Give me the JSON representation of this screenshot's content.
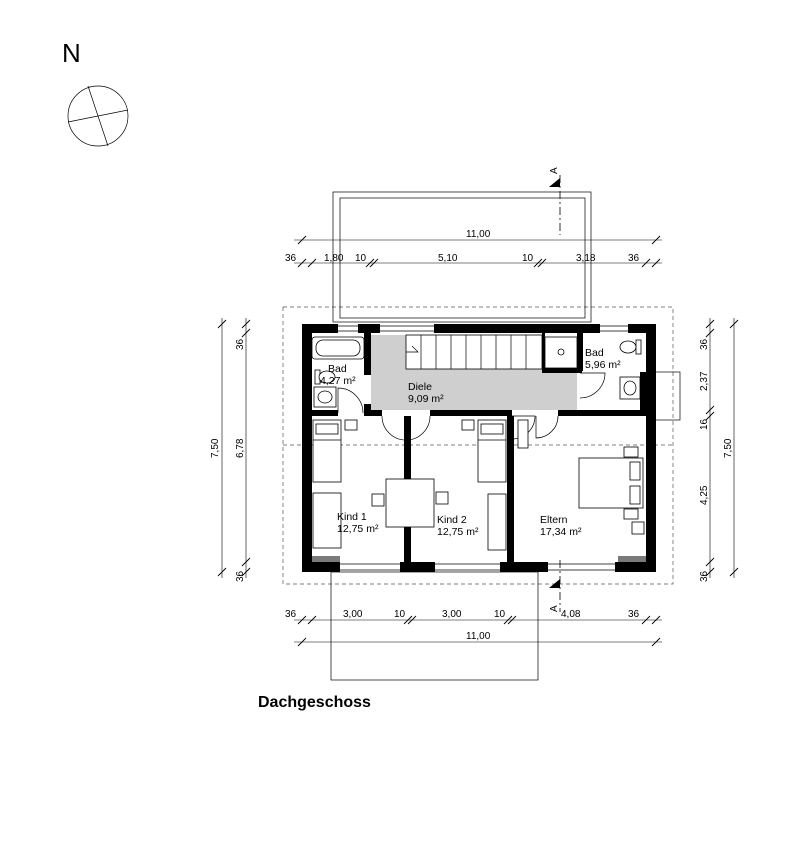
{
  "title": "Dachgeschoss",
  "north_label": "N",
  "section_label": "A",
  "rooms": [
    {
      "id": "bad-left",
      "name": "Bad",
      "area": "4,27 m²"
    },
    {
      "id": "diele",
      "name": "Diele",
      "area": "9,09 m²"
    },
    {
      "id": "bad-right",
      "name": "Bad",
      "area": "5,96 m²"
    },
    {
      "id": "kind1",
      "name": "Kind 1",
      "area": "12,75 m²"
    },
    {
      "id": "kind2",
      "name": "Kind 2",
      "area": "12,75 m²"
    },
    {
      "id": "eltern",
      "name": "Eltern",
      "area": "17,34 m²"
    }
  ],
  "dims_top": {
    "overall": "11,00",
    "chain": [
      "36",
      "1,80",
      "10",
      "5,10",
      "10",
      "3,18",
      "36"
    ]
  },
  "dims_bottom": {
    "overall": "11,00",
    "chain": [
      "36",
      "3,00",
      "10",
      "3,00",
      "10",
      "4,08",
      "36"
    ]
  },
  "dims_left": {
    "overall": "7,50",
    "inner": "6,78",
    "chain": [
      "36",
      "36"
    ]
  },
  "dims_right": {
    "overall": "7,50",
    "chain": [
      "36",
      "2,37",
      "16",
      "4,25",
      "36"
    ]
  },
  "colors": {
    "hall_fill": "#cfcfcf",
    "wall": "#000000",
    "wall_gray": "#7a7a7a"
  }
}
